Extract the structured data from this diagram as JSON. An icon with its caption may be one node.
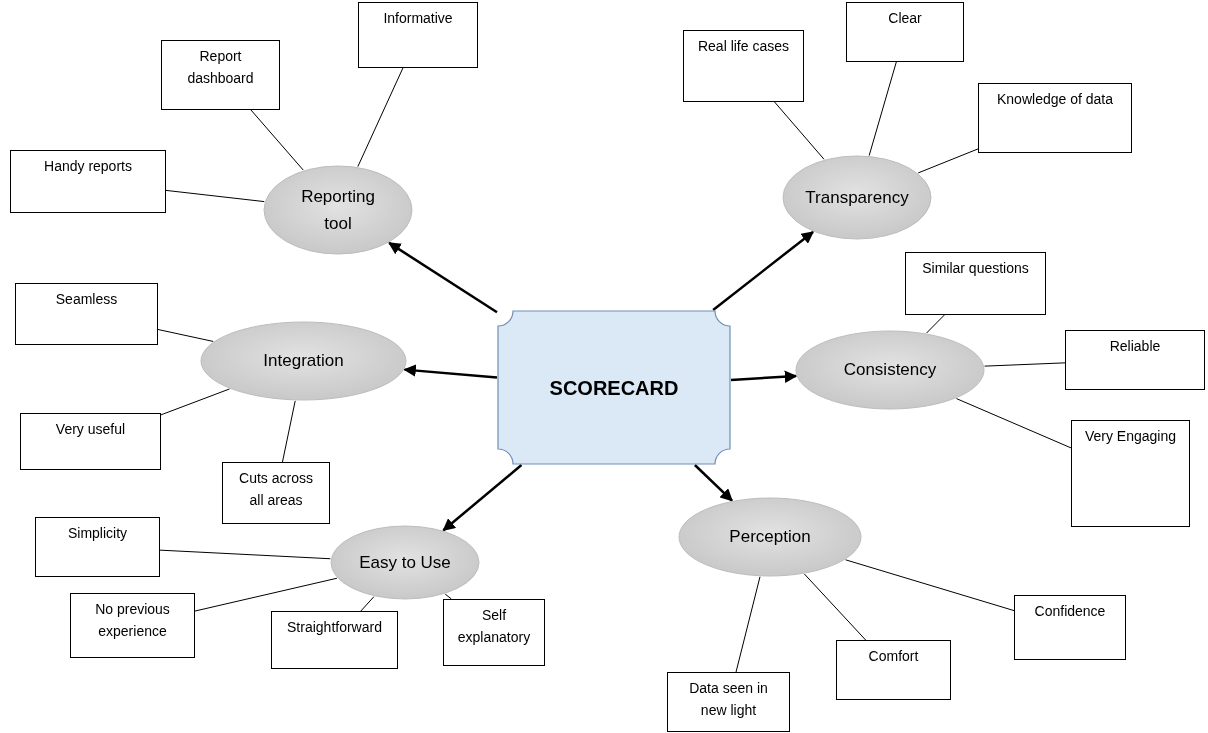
{
  "diagram": {
    "nodes": [
      {
        "text": [
          "Informative"
        ]
      },
      {
        "text": [
          "Clear"
        ]
      },
      {
        "text": [
          "Report dashboard"
        ]
      },
      {
        "text": [
          "Real life cases"
        ]
      },
      {
        "text": [
          "Knowledge of data"
        ]
      },
      {
        "text": [
          "Seamless"
        ]
      },
      {
        "text": [
          "Handy reports"
        ]
      },
      {
        "text": [
          "Reporting tool"
        ]
      },
      {
        "text": [
          "Transparency"
        ]
      },
      {
        "text": [
          "Similar questions"
        ]
      },
      {
        "text": [
          "SCORECARD"
        ]
      },
      {
        "text": [
          "Integration"
        ]
      },
      {
        "text": [
          "Consistency"
        ]
      },
      {
        "text": [
          "Reliable"
        ]
      },
      {
        "text": [
          "Very useful"
        ]
      },
      {
        "text": [
          "Simplicity"
        ]
      },
      {
        "text": [
          "Cuts across all areas"
        ]
      },
      {
        "text": [
          "Very Engaging"
        ]
      },
      {
        "text": [
          "Perception"
        ]
      },
      {
        "text": [
          "Easy to Use"
        ]
      },
      {
        "text": [
          "Confidence"
        ]
      },
      {
        "text": [
          "No previous experience"
        ]
      },
      {
        "text": [
          "Self explanatory"
        ]
      },
      {
        "text": [
          "Straightforward"
        ]
      },
      {
        "text": [
          "Comfort"
        ]
      },
      {
        "text": [
          "Data seen in new light"
        ]
      }
    ],
    "edges": [
      {
        "from": 10,
        "to": 7,
        "arrow": "to"
      },
      {
        "from": 10,
        "to": 8,
        "arrow": "to"
      },
      {
        "from": 10,
        "to": 11,
        "arrow": "to"
      },
      {
        "from": 10,
        "to": 12,
        "arrow": "to"
      },
      {
        "from": 10,
        "to": 19,
        "arrow": "to"
      },
      {
        "from": 10,
        "to": 18,
        "arrow": "to"
      },
      {
        "from": 7,
        "to": 0,
        "arrow": "none"
      },
      {
        "from": 7,
        "to": 2,
        "arrow": "none"
      },
      {
        "from": 7,
        "to": 6,
        "arrow": "none"
      },
      {
        "from": 8,
        "to": 3,
        "arrow": "none"
      },
      {
        "from": 8,
        "to": 1,
        "arrow": "none"
      },
      {
        "from": 8,
        "to": 4,
        "arrow": "none"
      },
      {
        "from": 11,
        "to": 5,
        "arrow": "none"
      },
      {
        "from": 11,
        "to": 14,
        "arrow": "none"
      },
      {
        "from": 11,
        "to": 16,
        "arrow": "none"
      },
      {
        "from": 12,
        "to": 9,
        "arrow": "none"
      },
      {
        "from": 12,
        "to": 13,
        "arrow": "none"
      },
      {
        "from": 12,
        "to": 17,
        "arrow": "none"
      },
      {
        "from": 19,
        "to": 15,
        "arrow": "none"
      },
      {
        "from": 19,
        "to": 21,
        "arrow": "none"
      },
      {
        "from": 19,
        "to": 23,
        "arrow": "none"
      },
      {
        "from": 19,
        "to": 22,
        "arrow": "none"
      },
      {
        "from": 18,
        "to": 25,
        "arrow": "none"
      },
      {
        "from": 18,
        "to": 24,
        "arrow": "none"
      },
      {
        "from": 18,
        "to": 20,
        "arrow": "none"
      }
    ]
  }
}
